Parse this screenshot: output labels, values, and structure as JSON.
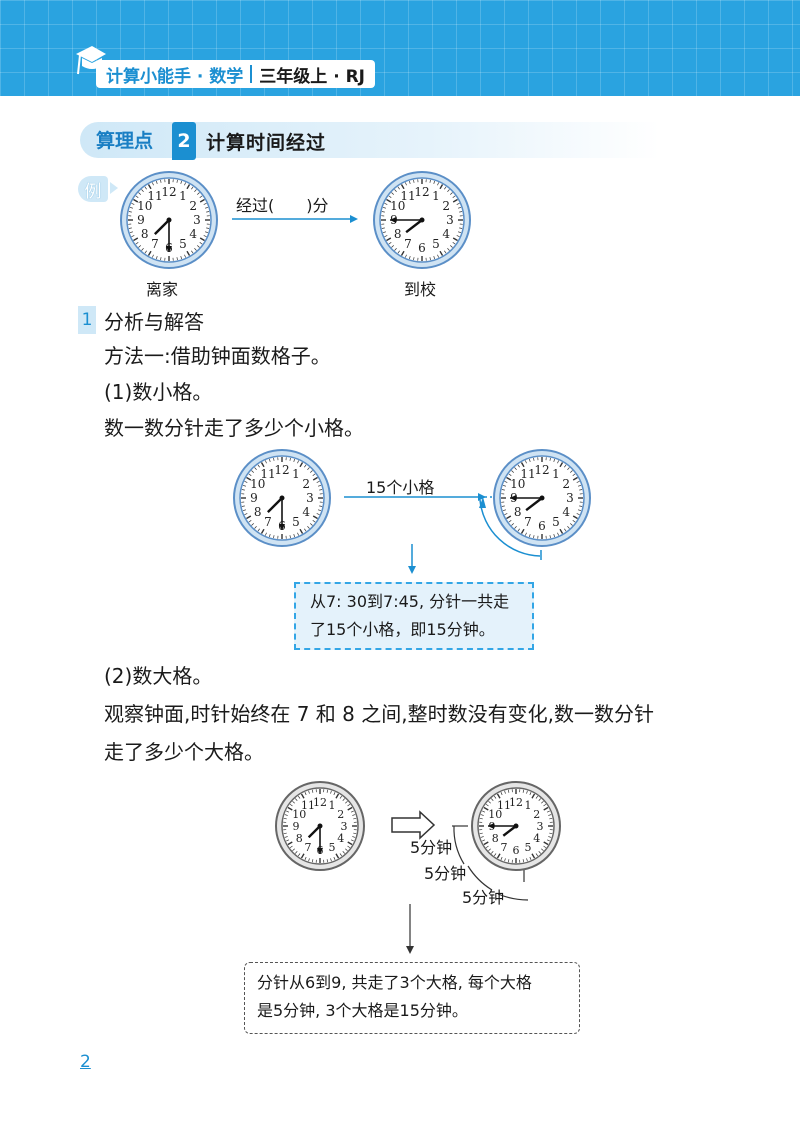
{
  "header": {
    "book_title": "计算小能手 · 数学",
    "grade": "三年级上 · RJ"
  },
  "section": {
    "label": "算理点",
    "number": "2",
    "title": "计算时间经过"
  },
  "example": {
    "badge": "例",
    "arrow_label": "经过(　　)分",
    "start_caption": "离家",
    "end_caption": "到校"
  },
  "analysis": {
    "step_number": "1",
    "title": "分析与解答",
    "method1": "方法一:借助钟面数格子。",
    "part1_title": "(1)数小格。",
    "part1_text": "数一数分针走了多少个小格。",
    "small_arrow_label": "15个小格",
    "box1_line1": "从7: 30到7:45, 分针一共走",
    "box1_line2": "了15个小格，即15分钟。",
    "part2_title": "(2)数大格。",
    "part2_line1": "观察钟面,时针始终在 7 和 8 之间,整时数没有变化,数一数分针",
    "part2_line2": "走了多少个大格。",
    "five_min_1": "5分钟",
    "five_min_2": "5分钟",
    "five_min_3": "5分钟",
    "box2_line1": "分针从6到9, 共走了3个大格, 每个大格",
    "box2_line2": "是5分钟, 3个大格是15分钟。"
  },
  "clock_numbers": [
    "12",
    "1",
    "2",
    "3",
    "4",
    "5",
    "6",
    "7",
    "8",
    "9",
    "10",
    "11"
  ],
  "clocks": [
    {
      "id": "clock-start-example",
      "time": "7:30"
    },
    {
      "id": "clock-end-example",
      "time": "7:45"
    },
    {
      "id": "clock-start-small",
      "time": "7:30"
    },
    {
      "id": "clock-end-small",
      "time": "7:45"
    },
    {
      "id": "clock-start-big",
      "time": "7:30"
    },
    {
      "id": "clock-end-big",
      "time": "7:45"
    }
  ],
  "page_number": "2",
  "colors": {
    "accent": "#1b8fd1",
    "header": "#2aa3e0",
    "box_fill": "#e4f2fb"
  }
}
